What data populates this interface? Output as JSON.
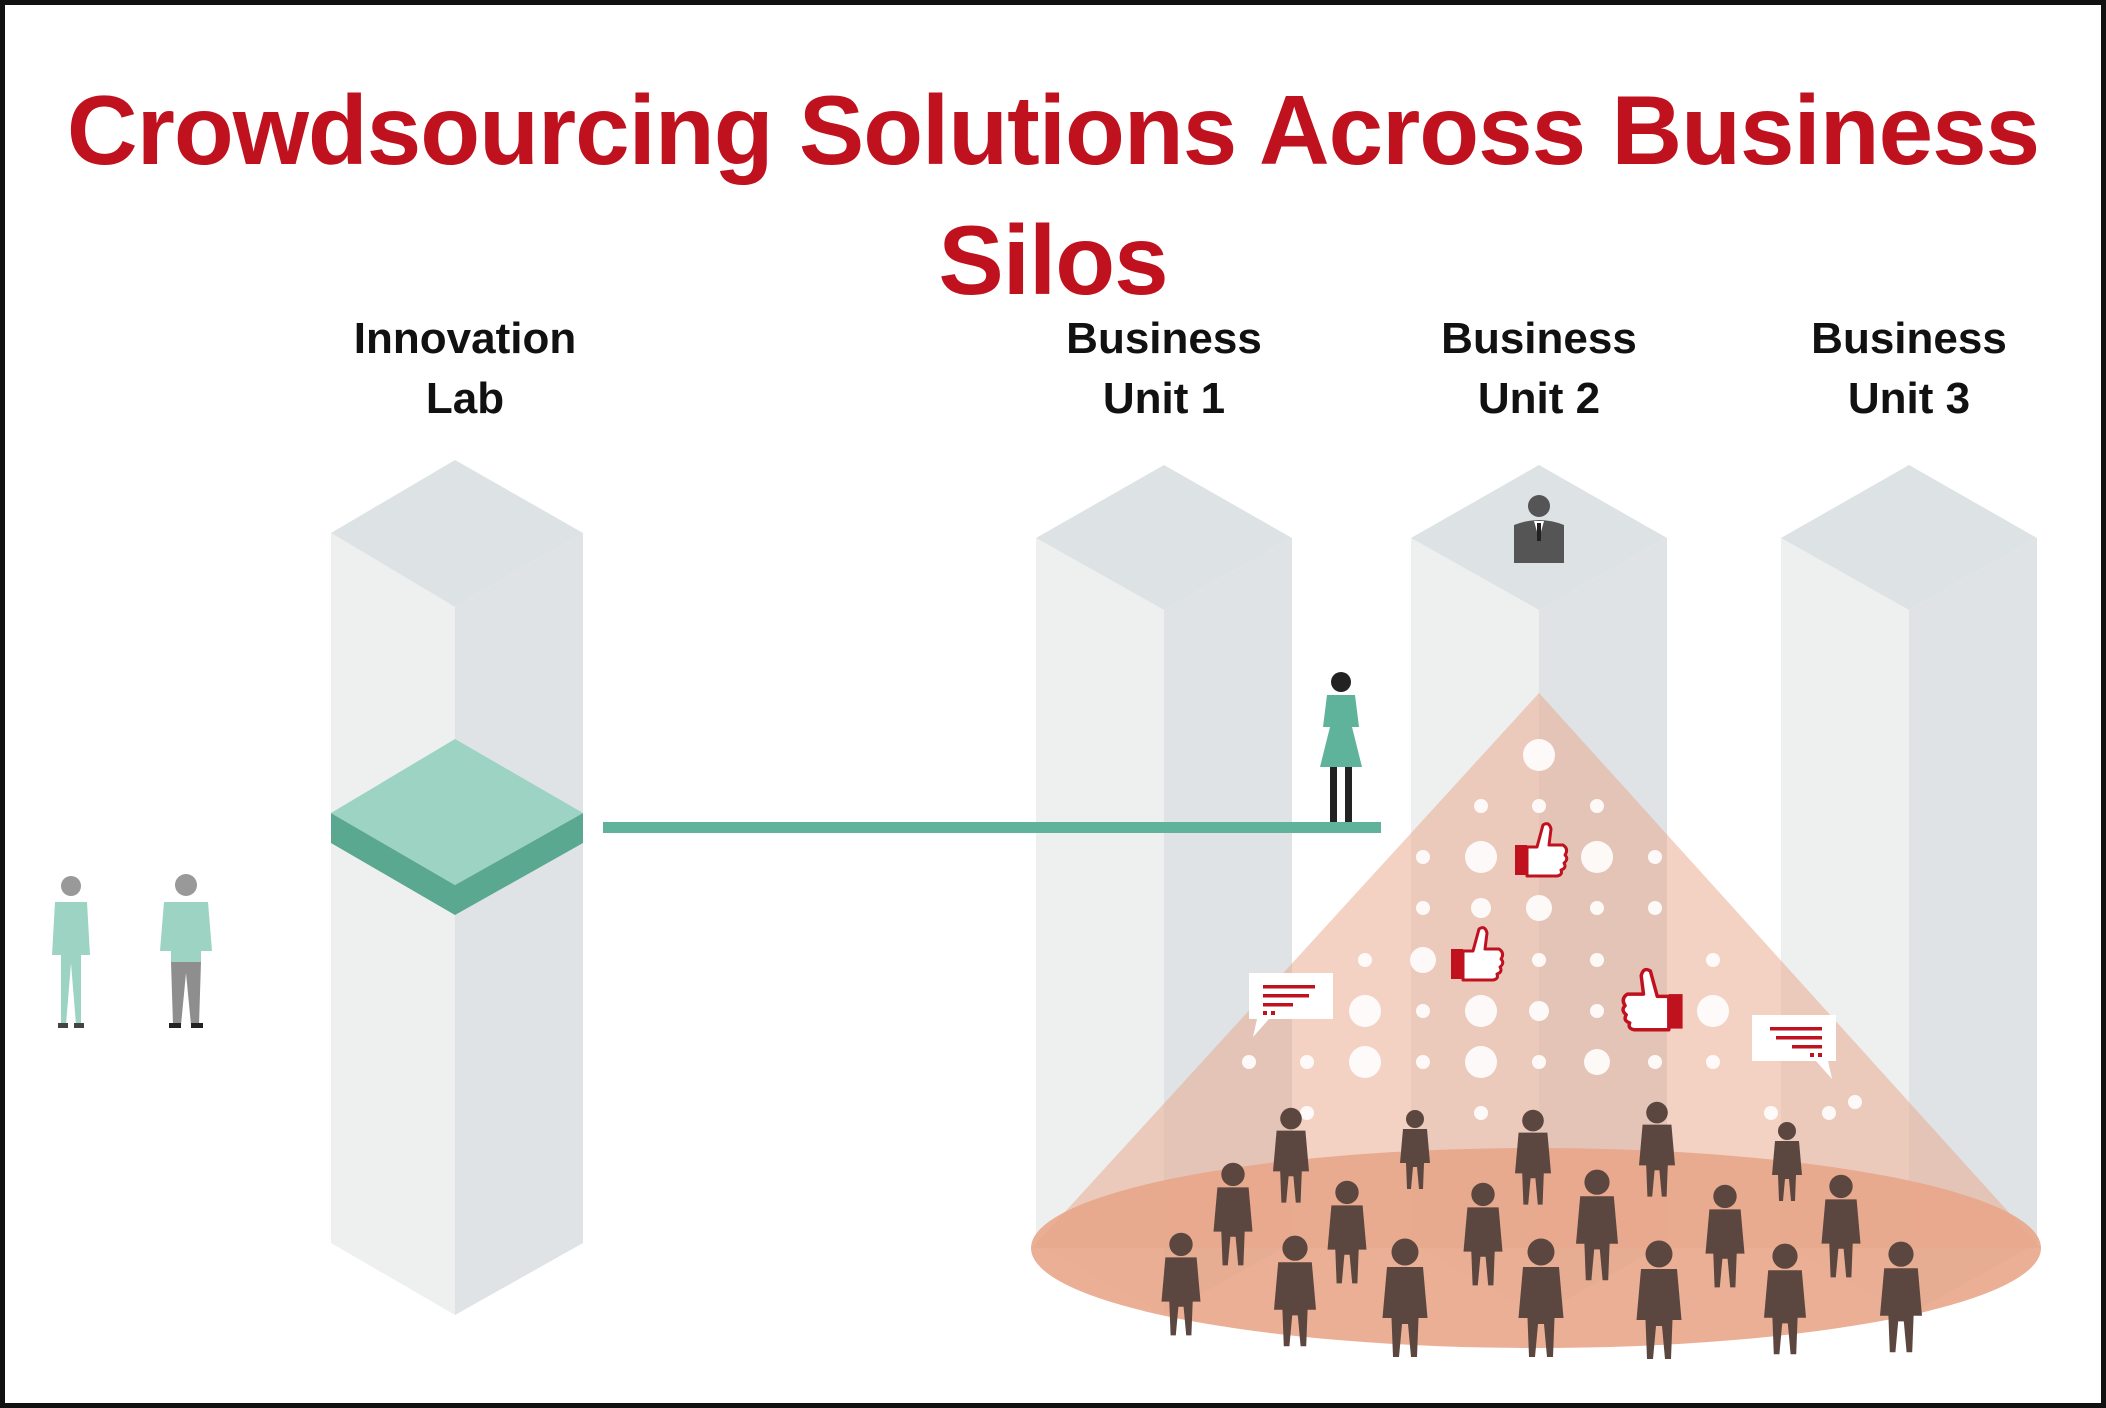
{
  "title": "Crowdsourcing Solutions Across Business Silos",
  "columns": [
    {
      "line1": "Innovation",
      "line2": "Lab"
    },
    {
      "line1": "Business",
      "line2": "Unit 1"
    },
    {
      "line1": "Business",
      "line2": "Unit 2"
    },
    {
      "line1": "Business",
      "line2": "Unit 3"
    }
  ],
  "colors": {
    "title": "#c0111f",
    "pillar_top": "#dde2e4",
    "pillar_left": "#eeefef",
    "pillar_right": "#dfe3e5",
    "lab_floor_top": "#9dd3c3",
    "lab_floor_side": "#5aa88f",
    "connector": "#5fb39a",
    "crowd_cone": "#e8a68a",
    "crowd_person": "#5b4740",
    "accent_red": "#c0111f"
  },
  "icons": [
    "thumbs-up-icon",
    "speech-bubble-icon",
    "person-icon",
    "businessman-icon"
  ]
}
